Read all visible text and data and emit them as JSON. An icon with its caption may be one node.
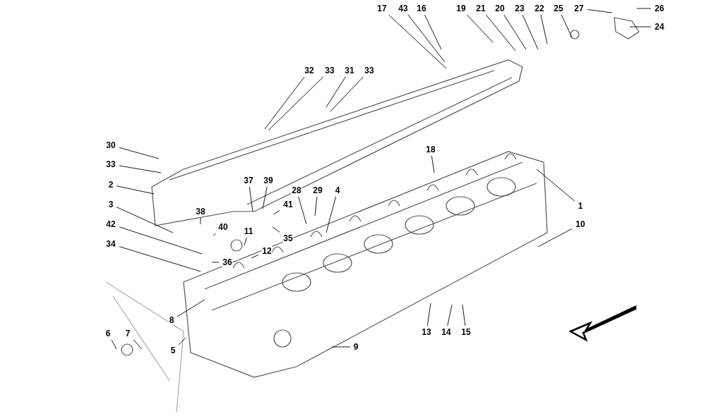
{
  "diagram": {
    "nodes": [
      {
        "text": [
          "17"
        ]
      },
      {
        "text": [
          "43"
        ]
      },
      {
        "text": [
          "16"
        ]
      },
      {
        "text": [
          "19"
        ]
      },
      {
        "text": [
          "21"
        ]
      },
      {
        "text": [
          "20"
        ]
      },
      {
        "text": [
          "23"
        ]
      },
      {
        "text": [
          "22"
        ]
      },
      {
        "text": [
          "25"
        ]
      },
      {
        "text": [
          "27"
        ]
      },
      {
        "text": [
          "26"
        ]
      },
      {
        "text": [
          "24"
        ]
      },
      {
        "text": [
          "32"
        ]
      },
      {
        "text": [
          "33"
        ]
      },
      {
        "text": [
          "31"
        ]
      },
      {
        "text": [
          "33"
        ]
      },
      {
        "text": [
          "30"
        ]
      },
      {
        "text": [
          "33"
        ]
      },
      {
        "text": [
          "2"
        ]
      },
      {
        "text": [
          "18"
        ]
      },
      {
        "text": [
          "37"
        ]
      },
      {
        "text": [
          "39"
        ]
      },
      {
        "text": [
          "28"
        ]
      },
      {
        "text": [
          "29"
        ]
      },
      {
        "text": [
          "4"
        ]
      },
      {
        "text": [
          "3"
        ]
      },
      {
        "text": [
          "38"
        ]
      },
      {
        "text": [
          "41"
        ]
      },
      {
        "text": [
          "1"
        ]
      },
      {
        "text": [
          "42"
        ]
      },
      {
        "text": [
          "40"
        ]
      },
      {
        "text": [
          "11"
        ]
      },
      {
        "text": [
          "35"
        ]
      },
      {
        "text": [
          "12"
        ]
      },
      {
        "text": [
          "36"
        ]
      },
      {
        "text": [
          "10"
        ]
      },
      {
        "text": [
          "34"
        ]
      },
      {
        "text": [
          "8"
        ]
      },
      {
        "text": [
          "6"
        ]
      },
      {
        "text": [
          "7"
        ]
      },
      {
        "text": [
          "13"
        ]
      },
      {
        "text": [
          "14"
        ]
      },
      {
        "text": [
          "15"
        ]
      },
      {
        "text": [
          "9"
        ]
      },
      {
        "text": [
          "5"
        ]
      }
    ],
    "edges": [
      {
        "from": 0,
        "to": null,
        "arrow": "none"
      },
      {
        "from": 1,
        "to": null,
        "arrow": "none"
      },
      {
        "from": 2,
        "to": null,
        "arrow": "none"
      },
      {
        "from": 3,
        "to": null,
        "arrow": "none"
      },
      {
        "from": 4,
        "to": null,
        "arrow": "none"
      },
      {
        "from": 5,
        "to": null,
        "arrow": "none"
      },
      {
        "from": 6,
        "to": null,
        "arrow": "none"
      },
      {
        "from": 7,
        "to": null,
        "arrow": "none"
      },
      {
        "from": 8,
        "to": null,
        "arrow": "none"
      },
      {
        "from": 9,
        "to": null,
        "arrow": "none"
      },
      {
        "from": 10,
        "to": null,
        "arrow": "none"
      },
      {
        "from": 11,
        "to": null,
        "arrow": "none"
      },
      {
        "from": 12,
        "to": null,
        "arrow": "none"
      },
      {
        "from": 13,
        "to": null,
        "arrow": "none"
      },
      {
        "from": 14,
        "to": null,
        "arrow": "none"
      },
      {
        "from": 15,
        "to": null,
        "arrow": "none"
      },
      {
        "from": 16,
        "to": null,
        "arrow": "none"
      },
      {
        "from": 17,
        "to": null,
        "arrow": "none"
      },
      {
        "from": 18,
        "to": null,
        "arrow": "none"
      },
      {
        "from": 19,
        "to": null,
        "arrow": "none"
      },
      {
        "from": 20,
        "to": null,
        "arrow": "none"
      },
      {
        "from": 21,
        "to": null,
        "arrow": "none"
      },
      {
        "from": 22,
        "to": null,
        "arrow": "none"
      },
      {
        "from": 23,
        "to": null,
        "arrow": "none"
      },
      {
        "from": 24,
        "to": null,
        "arrow": "none"
      },
      {
        "from": 25,
        "to": null,
        "arrow": "none"
      },
      {
        "from": 26,
        "to": null,
        "arrow": "none"
      },
      {
        "from": 27,
        "to": null,
        "arrow": "none"
      },
      {
        "from": 28,
        "to": null,
        "arrow": "none"
      },
      {
        "from": 29,
        "to": null,
        "arrow": "none"
      },
      {
        "from": 30,
        "to": null,
        "arrow": "none"
      },
      {
        "from": 31,
        "to": null,
        "arrow": "none"
      },
      {
        "from": 32,
        "to": null,
        "arrow": "none"
      },
      {
        "from": 33,
        "to": null,
        "arrow": "none"
      },
      {
        "from": 34,
        "to": null,
        "arrow": "none"
      },
      {
        "from": 35,
        "to": null,
        "arrow": "none"
      },
      {
        "from": 36,
        "to": null,
        "arrow": "none"
      },
      {
        "from": 37,
        "to": null,
        "arrow": "none"
      },
      {
        "from": 38,
        "to": null,
        "arrow": "none"
      },
      {
        "from": 39,
        "to": null,
        "arrow": "none"
      },
      {
        "from": 40,
        "to": null,
        "arrow": "none"
      },
      {
        "from": 41,
        "to": null,
        "arrow": "none"
      },
      {
        "from": 42,
        "to": null,
        "arrow": "none"
      },
      {
        "from": 43,
        "to": null,
        "arrow": "none"
      },
      {
        "from": 44,
        "to": null,
        "arrow": "none"
      }
    ]
  }
}
